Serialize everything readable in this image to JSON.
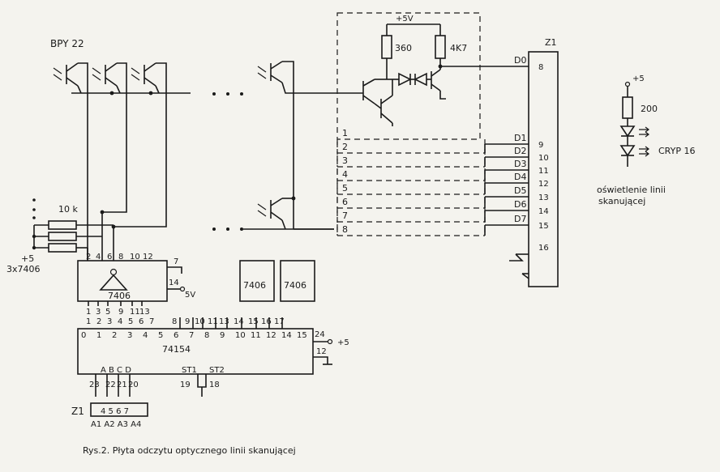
{
  "labels": {
    "bpy": "BPY 22",
    "vcc_top": "+5V",
    "r360": "360",
    "r4k7": "4K7",
    "z1_top": "Z1",
    "r10k": "10 k",
    "plus5_left": "+5",
    "hex_inv": "3x7406",
    "u7406": "7406",
    "u7406_b": "7406",
    "u7406_c": "7406",
    "u74154": "74154",
    "pin7": "7",
    "pin14": "14",
    "v5_small": "5V",
    "plus5_dec": "+5",
    "pin24": "24",
    "pin12": "12",
    "abcd": "A  B  C  D",
    "st1": "ST1",
    "st2": "ST2",
    "p23": "23",
    "p22": "22",
    "p21": "21",
    "p20": "20",
    "p19": "19",
    "p18": "18",
    "z1_bottom": "Z1",
    "z1_bottom_pins": "4  5  6  7",
    "a_labels": "A1  A2  A3  A4",
    "led_plus5": "+5",
    "r200": "200",
    "cryp": "CRYP  16",
    "caption_right_1": "oświetlenie linii",
    "caption_right_2": "skanującej",
    "caption": "Rys.2. Płyta odczytu optycznego linii skanującej"
  },
  "inv_top_pins": [
    "2",
    "4",
    "6",
    "8",
    "10",
    "12"
  ],
  "inv_bot_pins_a": [
    "1",
    "3",
    "5",
    "9",
    "11",
    "13"
  ],
  "inv_bot_pins_b": [
    "1",
    "2",
    "3",
    "4",
    "5",
    "6",
    "7"
  ],
  "dec_top_pins_a": [
    "8",
    "9",
    "10",
    "11",
    "13",
    "14",
    "15",
    "16",
    "17"
  ],
  "dec_out_pins": [
    "0",
    "1",
    "2",
    "3",
    "4",
    "5",
    "6",
    "7",
    "8",
    "9",
    "10",
    "11",
    "12",
    "14",
    "15"
  ],
  "scan_lines": [
    "1",
    "2",
    "3",
    "4",
    "5",
    "6",
    "7",
    "8"
  ],
  "data_lines": [
    "D0",
    "D1",
    "D2",
    "D3",
    "D4",
    "D5",
    "D6",
    "D7"
  ],
  "z1_pins": [
    "8",
    "9",
    "10",
    "11",
    "12",
    "13",
    "14",
    "15",
    "16"
  ]
}
